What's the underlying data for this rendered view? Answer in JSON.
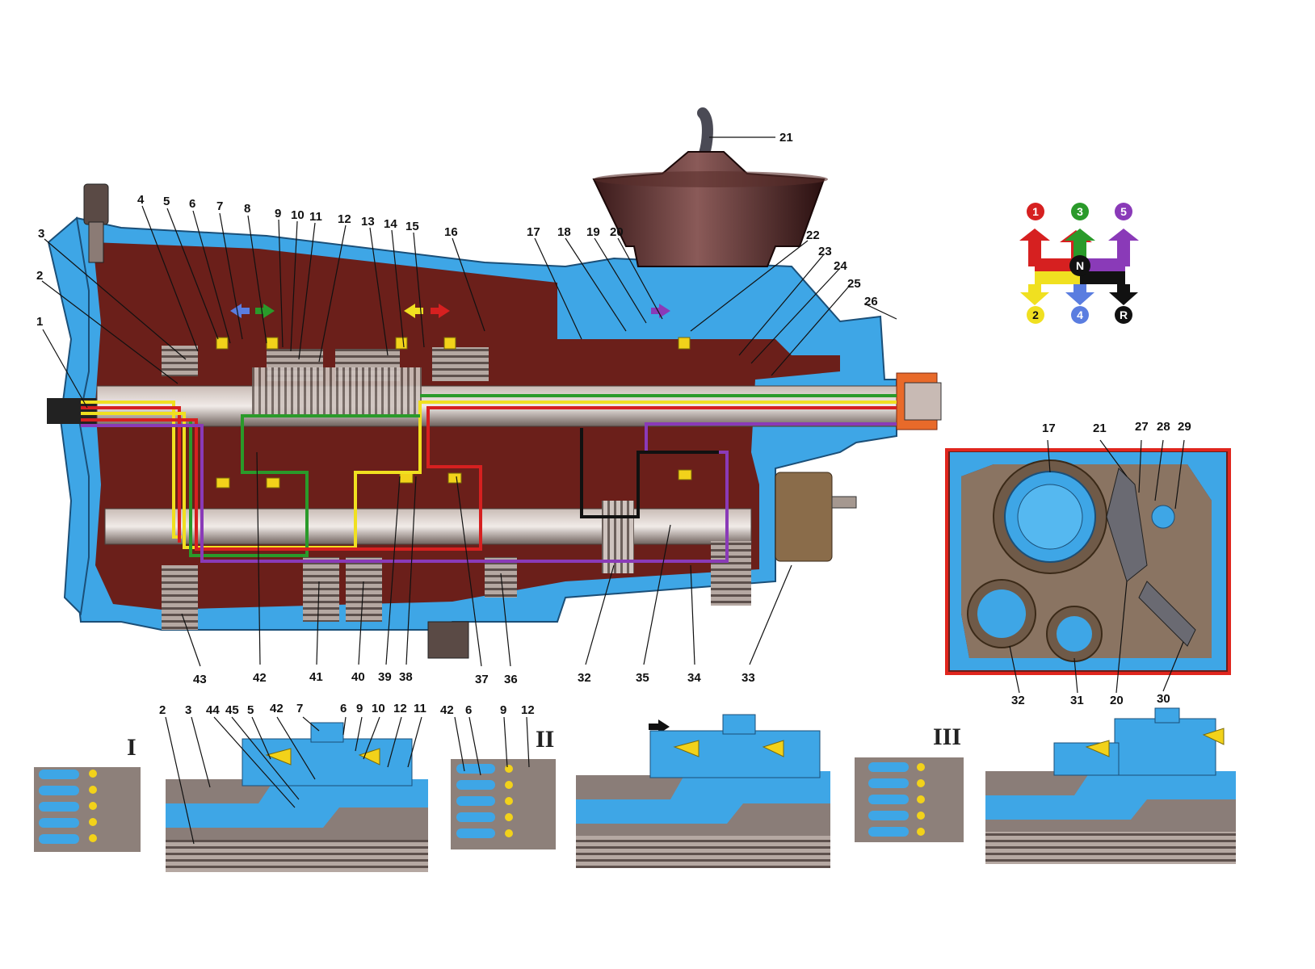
{
  "main_labels": {
    "n1": "1",
    "n2": "2",
    "n3": "3",
    "n4": "4",
    "n5": "5",
    "n6": "6",
    "n7": "7",
    "n8": "8",
    "n9": "9",
    "n10": "10",
    "n11": "11",
    "n12": "12",
    "n13": "13",
    "n14": "14",
    "n15": "15",
    "n16": "16",
    "n17": "17",
    "n18": "18",
    "n19": "19",
    "n20": "20",
    "n21": "21",
    "n22": "22",
    "n23": "23",
    "n24": "24",
    "n25": "25",
    "n26": "26",
    "b43": "43",
    "b42": "42",
    "b41": "41",
    "b40": "40",
    "b39": "39",
    "b38": "38",
    "b37": "37",
    "b36": "36",
    "b32": "32",
    "b35": "35",
    "b34": "34",
    "b33": "33"
  },
  "inset_labels": {
    "i17": "17",
    "i21": "21",
    "i27": "27",
    "i28": "28",
    "i29": "29",
    "i32": "32",
    "i31": "31",
    "i20": "20",
    "i30": "30"
  },
  "detail_labels": {
    "d2": "2",
    "d3": "3",
    "d44": "44",
    "d45": "45",
    "d5": "5",
    "d42": "42",
    "d7": "7",
    "d6": "6",
    "d9": "9",
    "d10": "10",
    "d12": "12",
    "d11": "11",
    "e42": "42",
    "e6": "6",
    "e9": "9",
    "e12": "12"
  },
  "detail_titles": {
    "t1": "I",
    "t2": "II",
    "t3": "III"
  },
  "shift_pattern": {
    "g1": "1",
    "g3": "3",
    "g5": "5",
    "g2": "2",
    "g4": "4",
    "gr": "R",
    "gn": "N"
  },
  "colors": {
    "housing": "#3ea6e6",
    "cavity": "#6b1f1a",
    "metal": "#9a8c86",
    "gear1": "#d62020",
    "gear2": "#f0e020",
    "gear3": "#2a9a2a",
    "gear4": "#5a7de0",
    "gear5": "#8a3ab8",
    "reverse": "#111111",
    "synchro": "#f2d21a"
  }
}
